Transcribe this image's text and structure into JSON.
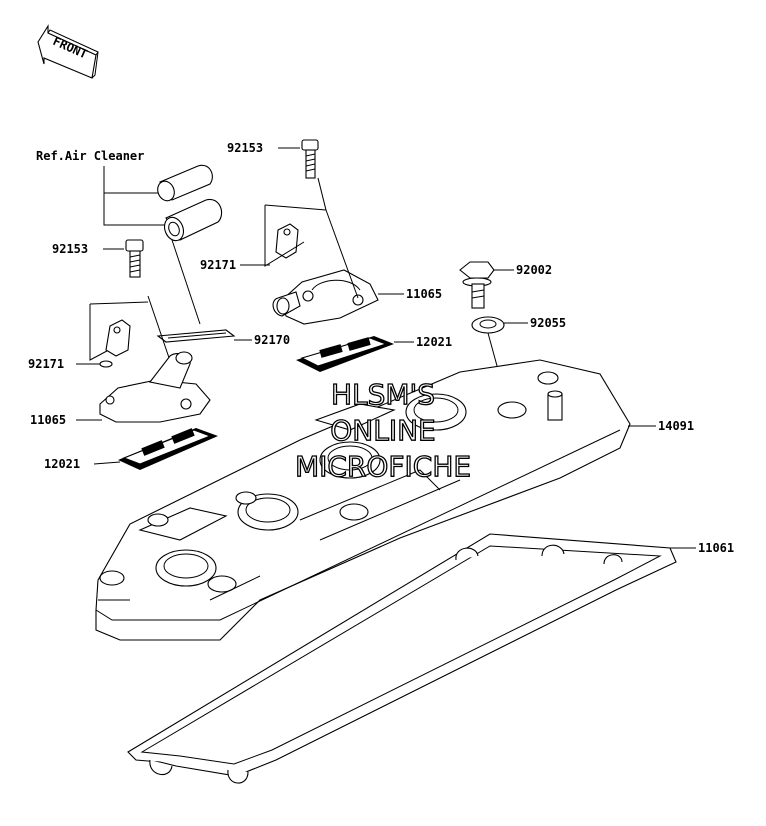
{
  "front_arrow": {
    "text": "FRONT"
  },
  "reference": {
    "air_cleaner": "Ref.Air Cleaner"
  },
  "callouts": {
    "c92153_top": "92153",
    "c92153_left": "92153",
    "c92171_top": "92171",
    "c92171_left": "92171",
    "c11065_right": "11065",
    "c11065_left": "11065",
    "c92170": "92170",
    "c12021_right": "12021",
    "c12021_left": "12021",
    "c92002": "92002",
    "c92055": "92055",
    "c14091": "14091",
    "c11061": "11061"
  },
  "watermark": {
    "line1": "HLSM'S",
    "line2": "ONLINE",
    "line3": "MICROFICHE"
  }
}
